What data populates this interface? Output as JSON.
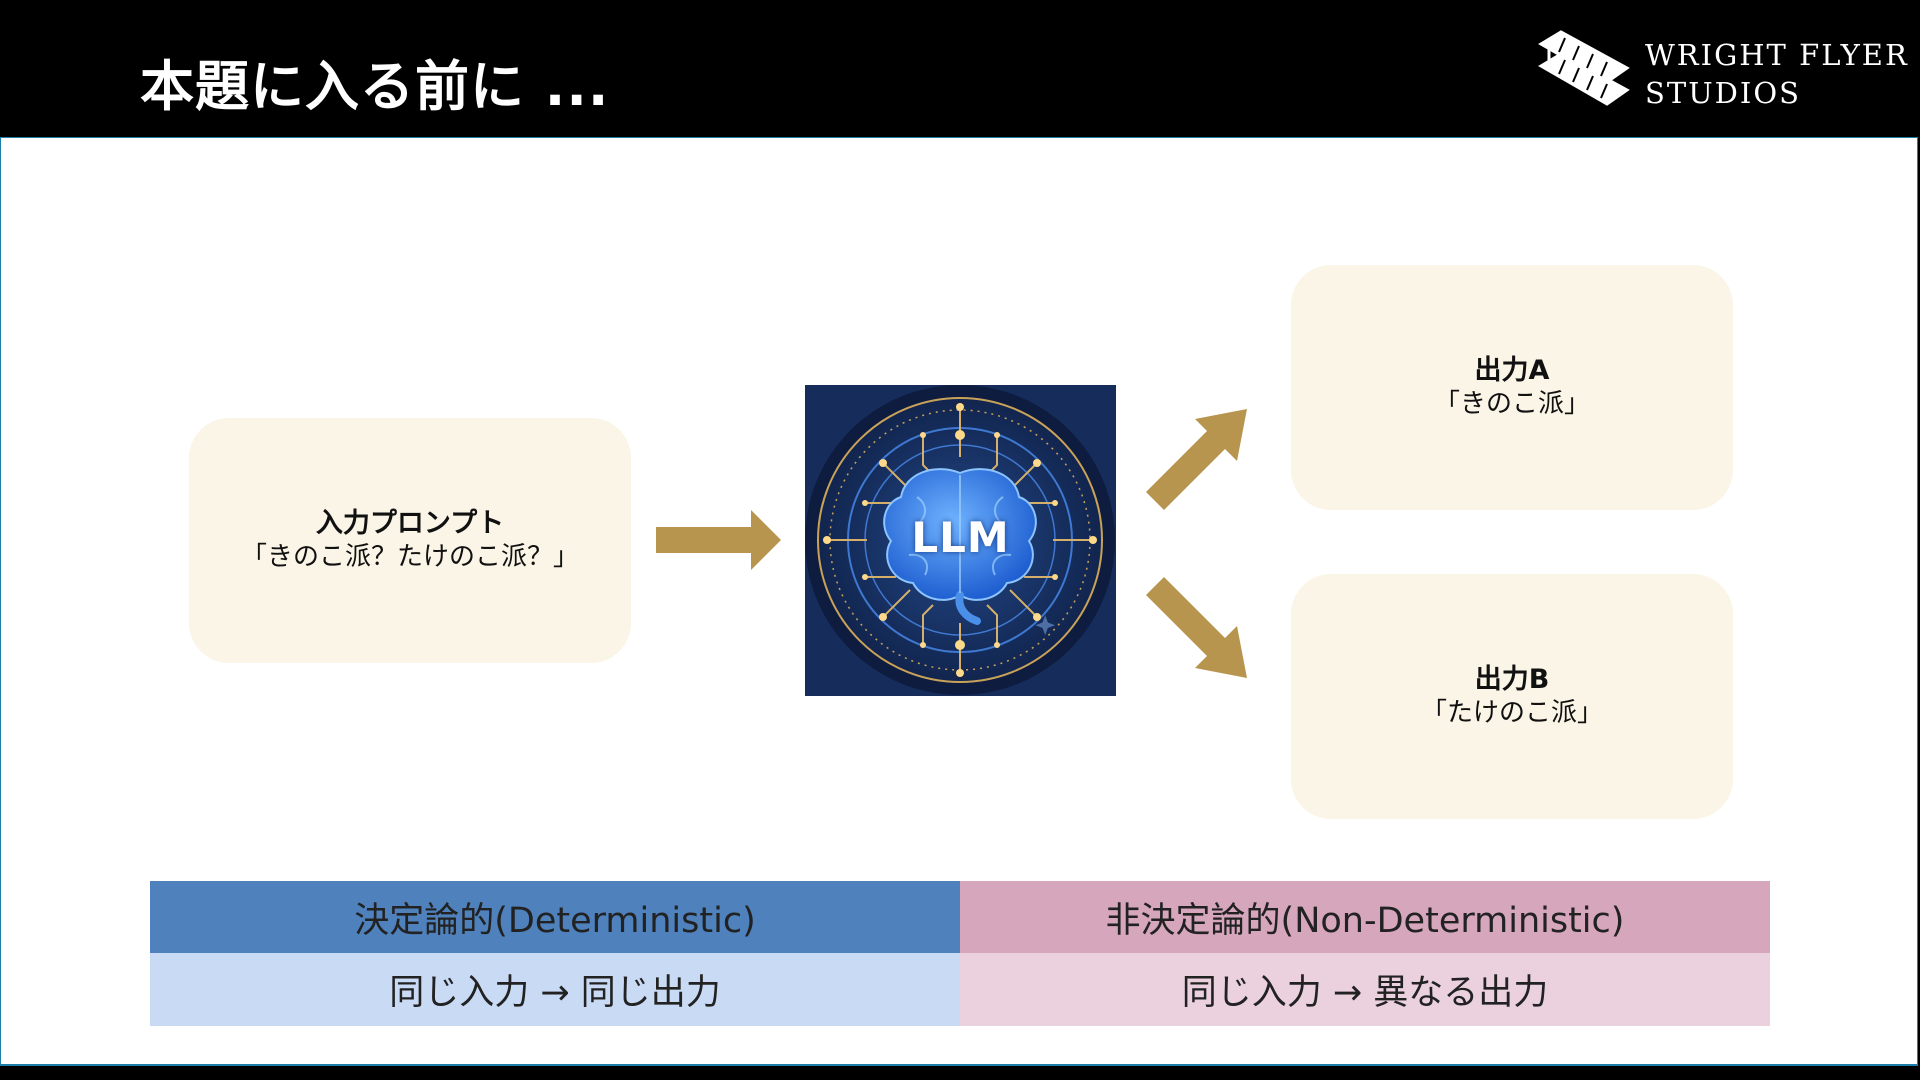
{
  "slide": {
    "title": "本題に入る前に ...",
    "logo": {
      "line1": "WRIGHT FLYER",
      "line2": "STUDIOS"
    }
  },
  "diagram": {
    "input": {
      "title": "入力プロンプト",
      "text": "「きのこ派？たけのこ派？」"
    },
    "model": {
      "label": "LLM"
    },
    "output_a": {
      "title": "出力A",
      "text": "「きのこ派」"
    },
    "output_b": {
      "title": "出力B",
      "text": "「たけのこ派」"
    }
  },
  "comparison": {
    "deterministic": {
      "header": "決定論的(Deterministic)",
      "description": "同じ入力 → 同じ出力"
    },
    "non_deterministic": {
      "header": "非決定論的(Non-Deterministic)",
      "description": "同じ入力 → 異なる出力"
    }
  },
  "colors": {
    "box_fill": "#faf5e6",
    "arrow": "#b8954f",
    "deterministic_header": "#4f81bd",
    "deterministic_body": "#c9daf5",
    "non_deterministic_header": "#d6a6bd",
    "non_deterministic_body": "#ead1dd"
  },
  "icons": {
    "logo": "biplane-icon",
    "model": "brain-circuit-icon"
  }
}
